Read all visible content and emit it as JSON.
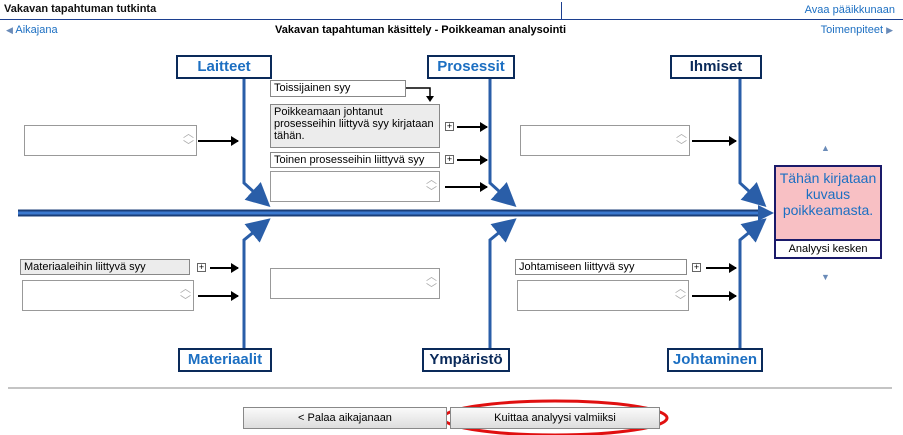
{
  "window": {
    "title": "Vakavan tapahtuman tutkinta",
    "open_main": "Avaa pääikkunaan"
  },
  "nav": {
    "prev": "Aikajana",
    "next": "Toimenpiteet",
    "prev_icon": "triangle-left-icon",
    "next_icon": "triangle-right-icon"
  },
  "page": {
    "subtitle": "Vakavan tapahtuman käsittely - Poikkeaman analysointi"
  },
  "categories": {
    "laitteet": "Laitteet",
    "prosessit": "Prosessit",
    "ihmiset": "Ihmiset",
    "materiaalit": "Materiaalit",
    "ymparisto": "Ympäristö",
    "johtaminen": "Johtaminen"
  },
  "causes": {
    "secondary": "Toissijainen syy",
    "process_main": "Poikkeamaan johtanut prosesseihin liittyvä syy kirjataan tähän.",
    "process_second": "Toinen prosesseihin liittyvä syy",
    "materials": "Materiaaleihin liittyvä syy",
    "management": "Johtamiseen liittyvä syy"
  },
  "problem": {
    "text": "Tähän kirjataan kuvaus poikkeamasta.",
    "status": "Analyysi kesken"
  },
  "buttons": {
    "back": "< Palaa aikajanaan",
    "confirm": "Kuittaa analyysi valmiiksi"
  },
  "colors": {
    "spine": "#2a5ea8",
    "accent": "#1c6fc2",
    "pink": "#f8c0c4",
    "highlight": "#e01010"
  }
}
